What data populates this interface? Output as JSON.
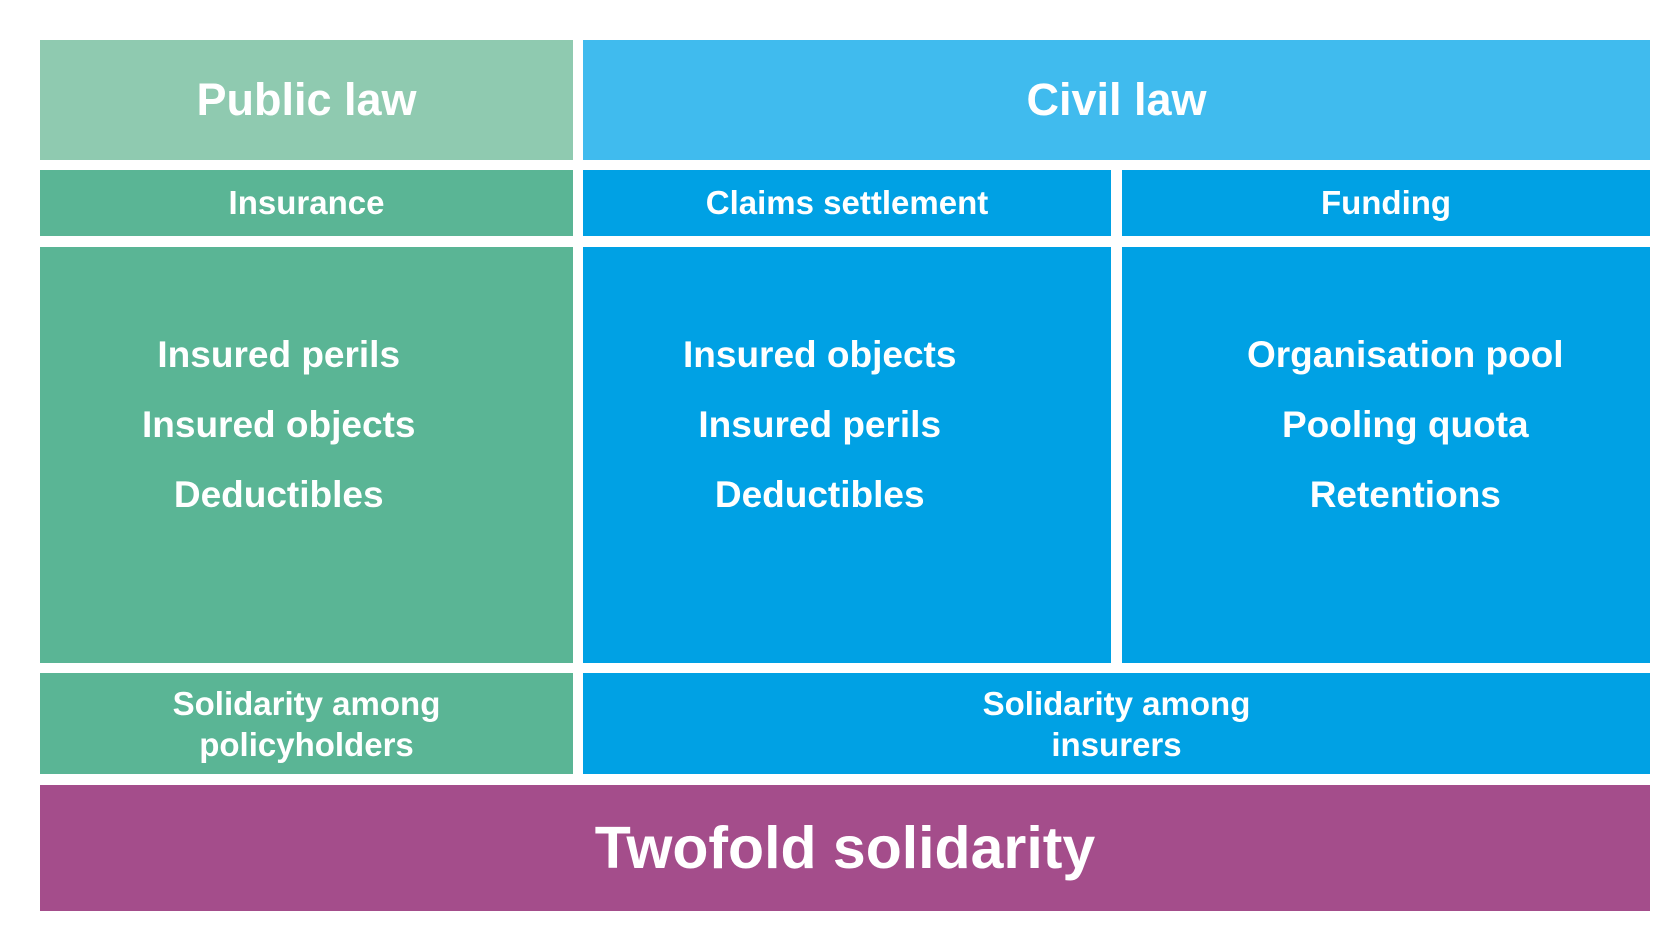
{
  "colors": {
    "public_law_header": "#8fcab0",
    "public_law_body": "#5ab595",
    "civil_law_header": "#40bbee",
    "civil_law_body": "#00a1e4",
    "twofold": "#a44d8b"
  },
  "public_law": {
    "title": "Public law",
    "column": {
      "title": "Insurance",
      "items": [
        "Insured perils",
        "Insured objects",
        "Deductibles"
      ]
    },
    "solidarity": [
      "Solidarity among",
      "policyholders"
    ]
  },
  "civil_law": {
    "title": "Civil law",
    "columns": [
      {
        "title": "Claims settlement",
        "items": [
          "Insured objects",
          "Insured perils",
          "Deductibles"
        ]
      },
      {
        "title": "Funding",
        "items": [
          "Organisation pool",
          "Pooling quota",
          "Retentions"
        ]
      }
    ],
    "solidarity": [
      "Solidarity among",
      "insurers"
    ]
  },
  "footer": {
    "title": "Twofold solidarity"
  }
}
